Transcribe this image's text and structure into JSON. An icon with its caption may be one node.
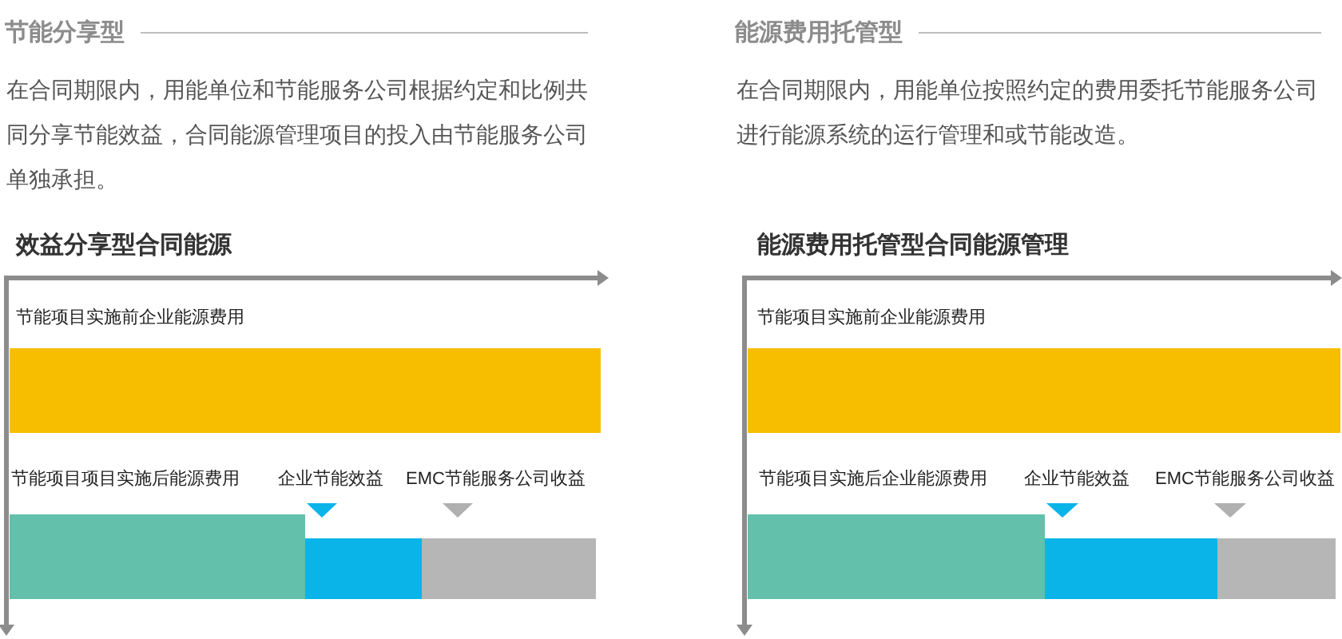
{
  "diagram": {
    "nodes": [
      {
        "text": [
          "节能项目实施前企业能源费用"
        ]
      },
      {
        "text": [
          "节能项目项目实施后能源费用"
        ]
      },
      {
        "text": [
          "企业节能效益"
        ]
      },
      {
        "text": [
          "EMC节能服务公司收益"
        ]
      },
      {
        "text": [
          "节能项目实施前企业能源费用"
        ]
      },
      {
        "text": [
          "节能项目实施后企业能源费用"
        ]
      },
      {
        "text": [
          "企业节能效益"
        ]
      },
      {
        "text": [
          "EMC节能服务公司收益"
        ]
      }
    ],
    "labels": [
      "节能分享型",
      "能源费用托管型",
      "在合同期限内，用能单位和节能服务公司根据约定和比例共同分享节能效益，合同能源管理项目的投入由节能服务公司单独承担。",
      "在合同期限内，用能单位按照约定的费用委托节能服务公司进行能源系统的运行管理和或节能改造。",
      "效益分享型合同能源",
      "能源费用托管型合同能源管理"
    ]
  }
}
